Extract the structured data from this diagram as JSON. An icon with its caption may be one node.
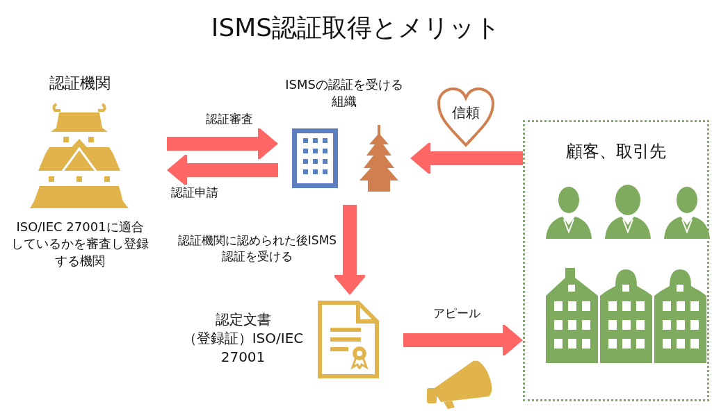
{
  "diagram": {
    "title": "ISMS認証取得とメリット",
    "nodes": [
      {
        "text": [
          "認証機関",
          "ISO/IEC 27001に適合しているかを審査し登録する機関"
        ]
      },
      {
        "text": [
          "ISMSの認証を受ける組織"
        ]
      },
      {
        "text": [
          "信頼"
        ]
      },
      {
        "text": [
          "顧客、取引先"
        ]
      },
      {
        "text": [
          "認定文書（登録証）ISO/IEC 27001"
        ]
      }
    ],
    "edges": [
      {
        "from": 0,
        "to": 1,
        "arrow": "to",
        "label": "認証審査"
      },
      {
        "from": 1,
        "to": 0,
        "arrow": "to",
        "label": "認証申請"
      },
      {
        "from": 3,
        "to": 1,
        "arrow": "to"
      },
      {
        "from": 1,
        "to": 4,
        "arrow": "to",
        "label": "認証機関に認められた後ISMS認証を受ける"
      },
      {
        "from": 4,
        "to": 3,
        "arrow": "to",
        "label": "アピール"
      }
    ]
  }
}
